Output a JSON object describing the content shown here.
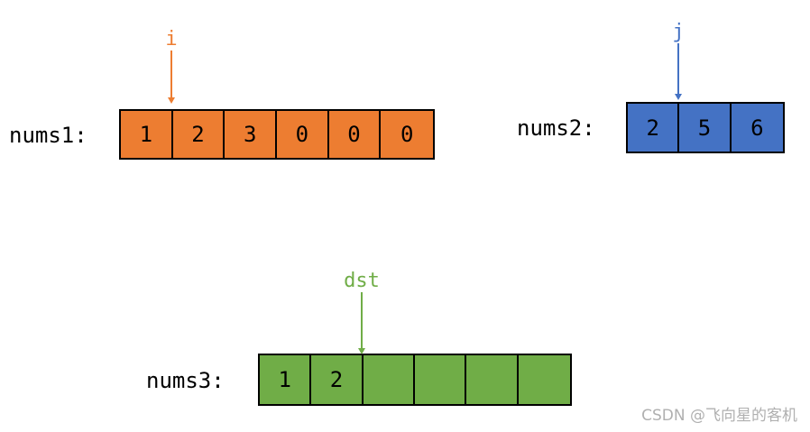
{
  "arrays": {
    "nums1": {
      "label": "nums1:",
      "cells": [
        "1",
        "2",
        "3",
        "0",
        "0",
        "0"
      ],
      "color": "#ed7d31"
    },
    "nums2": {
      "label": "nums2:",
      "cells": [
        "2",
        "5",
        "6"
      ],
      "color": "#4472c4"
    },
    "nums3": {
      "label": "nums3:",
      "cells": [
        "1",
        "2",
        "",
        "",
        "",
        ""
      ],
      "color": "#70ad47"
    }
  },
  "pointers": {
    "i": {
      "label": "i",
      "color": "#ed7d31",
      "target_array": "nums1",
      "target_index": 1
    },
    "j": {
      "label": "j",
      "color": "#4472c4",
      "target_array": "nums2",
      "target_index": 1
    },
    "dst": {
      "label": "dst",
      "color": "#70ad47",
      "target_array": "nums3",
      "target_index": 2
    }
  },
  "watermark": "CSDN @飞向星的客机"
}
